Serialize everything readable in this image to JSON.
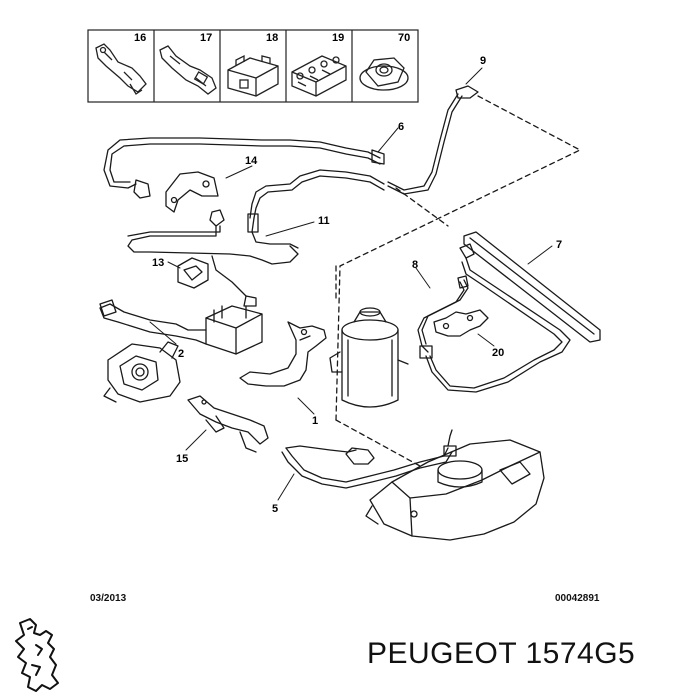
{
  "thumbnails": [
    {
      "number": "16",
      "icon": "bracket-clip-icon"
    },
    {
      "number": "17",
      "icon": "long-clip-icon"
    },
    {
      "number": "18",
      "icon": "connector-block-icon"
    },
    {
      "number": "19",
      "icon": "multi-clip-icon"
    },
    {
      "number": "70",
      "icon": "flange-nut-icon"
    }
  ],
  "callouts": {
    "c1": "1",
    "c2": "2",
    "c5": "5",
    "c6": "6",
    "c7": "7",
    "c8": "8",
    "c9": "9",
    "c11": "11",
    "c13": "13",
    "c14": "14",
    "c15": "15",
    "c20": "20"
  },
  "footer": {
    "date": "03/2013",
    "reference": "00042891",
    "brand_part": "PEUGEOT 1574G5"
  },
  "colors": {
    "line": "#1a1a1a",
    "frame": "#222222"
  }
}
